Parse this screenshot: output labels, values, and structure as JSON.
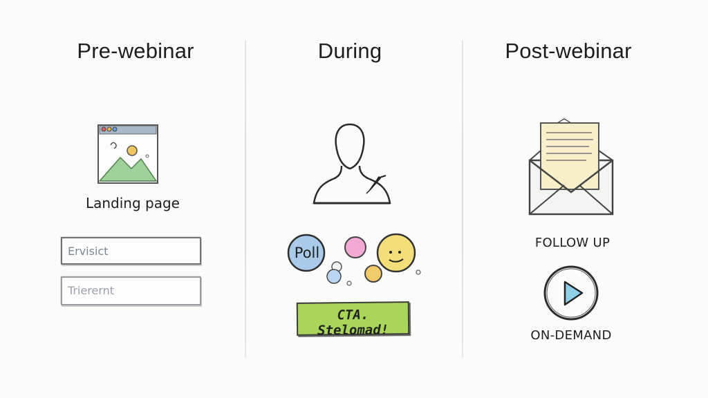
{
  "columns": [
    {
      "title": "Pre-webinar",
      "caption": "Landing page",
      "fields": [
        {
          "placeholder": "Ervisict"
        },
        {
          "placeholder": "Trierernt"
        }
      ]
    },
    {
      "title": "During",
      "poll_label": "Poll",
      "cta_label": "CTA. Stelomad!"
    },
    {
      "title": "Post-webinar",
      "follow_up_label": "FOLLOW UP",
      "on_demand_label": "ON-DEMAND"
    }
  ],
  "colors": {
    "window_bar": "#a8b7c9",
    "mountain": "#9fd29a",
    "sun": "#f0c860",
    "poll_bubble": "#a9cbe9",
    "pink_bubble": "#f2a9d3",
    "emoji": "#f3de7a",
    "cta_fill": "#a9d65a",
    "letter": "#f6efc9",
    "play_triangle": "#8fd0e8"
  },
  "icons": [
    "browser-window-icon",
    "person-silhouette-icon",
    "poll-bubbles-icon",
    "emoji-icon",
    "envelope-icon",
    "play-icon"
  ]
}
